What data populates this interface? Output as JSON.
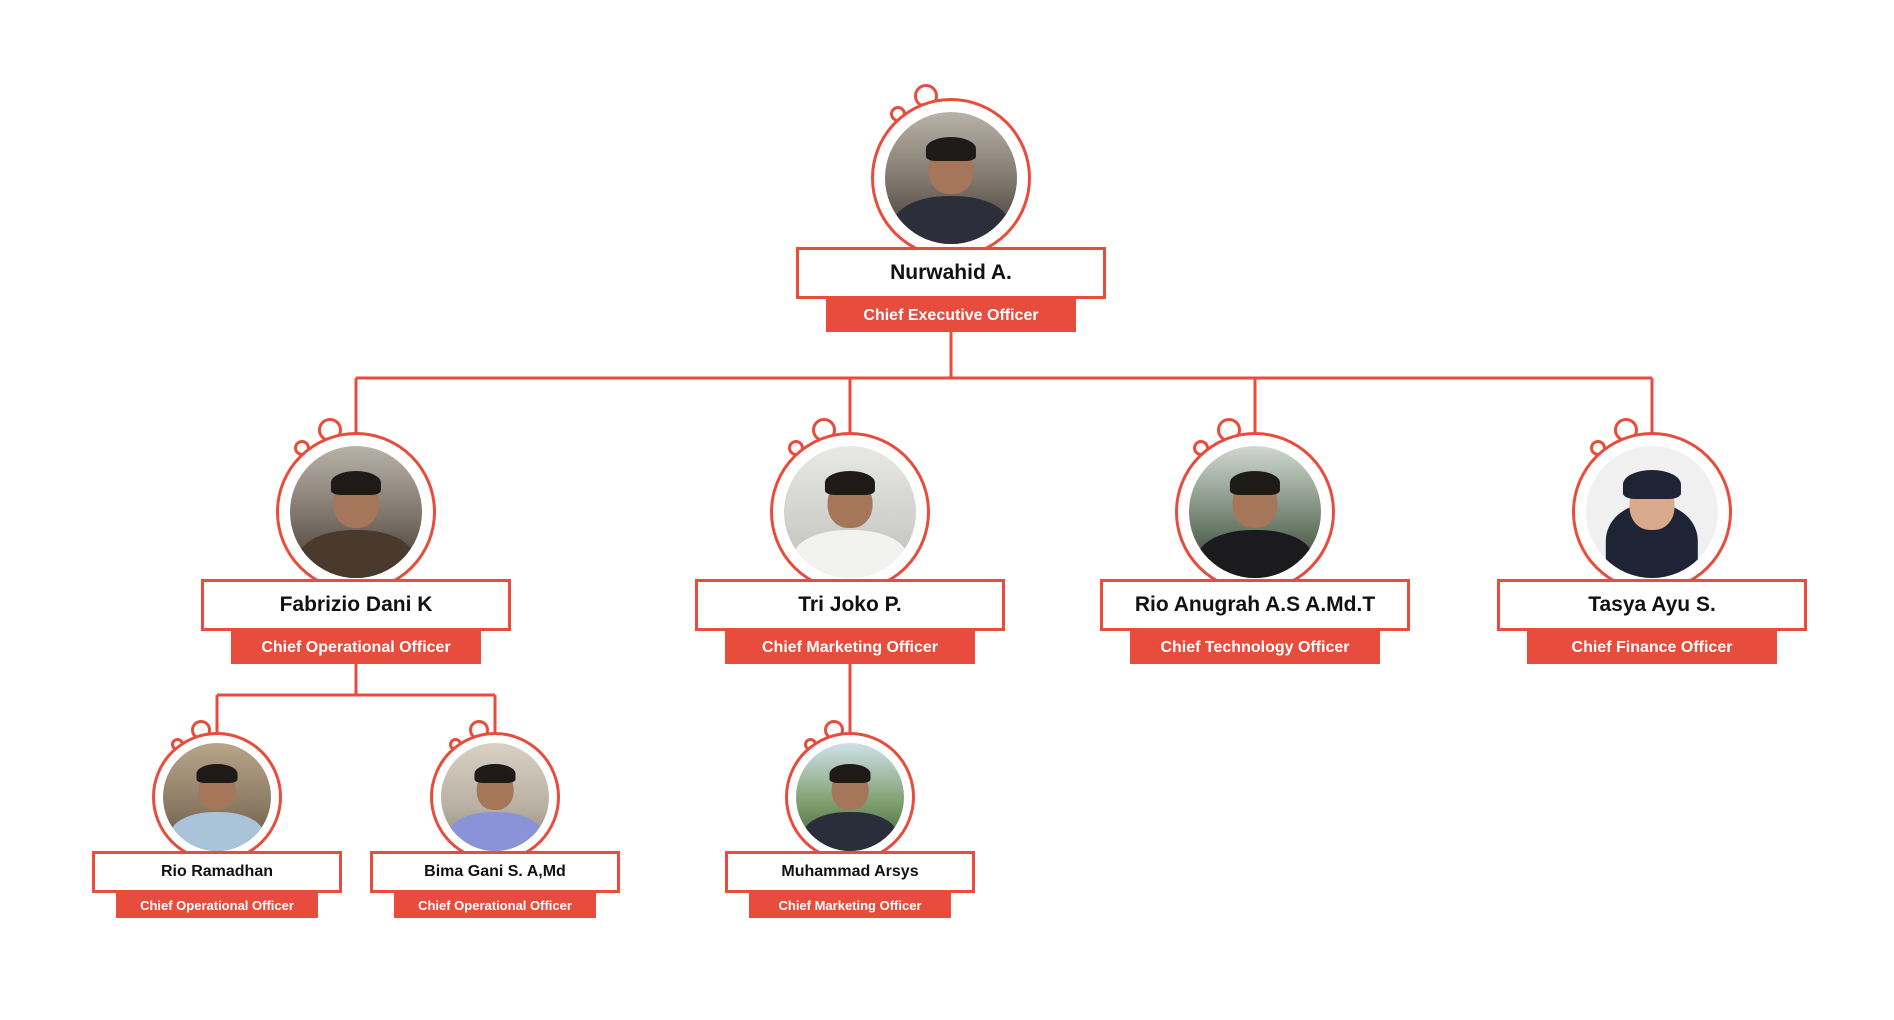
{
  "colors": {
    "accent": "#e74c3c",
    "background": "#ffffff",
    "name_text": "#111111",
    "role_text": "#ffffff"
  },
  "org": {
    "ceo": {
      "name": "Nurwahid A.",
      "role": "Chief Executive Officer",
      "photo_icon": "profile-photo"
    },
    "level1": [
      {
        "name": "Fabrizio Dani K",
        "role": "Chief Operational Officer",
        "photo_icon": "profile-photo"
      },
      {
        "name": "Tri Joko P.",
        "role": "Chief Marketing Officer",
        "photo_icon": "profile-photo"
      },
      {
        "name": "Rio Anugrah A.S A.Md.T",
        "role": "Chief Technology Officer",
        "photo_icon": "profile-photo"
      },
      {
        "name": "Tasya Ayu S.",
        "role": "Chief Finance Officer",
        "photo_icon": "profile-photo"
      }
    ],
    "level2": [
      {
        "name": "Rio Ramadhan",
        "role": "Chief Operational Officer",
        "parent": "Fabrizio Dani K",
        "photo_icon": "profile-photo"
      },
      {
        "name": "Bima Gani S. A,Md",
        "role": "Chief Operational Officer",
        "parent": "Fabrizio Dani K",
        "photo_icon": "profile-photo"
      },
      {
        "name": "Muhammad Arsys",
        "role": "Chief Marketing Officer",
        "parent": "Tri Joko P.",
        "photo_icon": "profile-photo"
      }
    ]
  }
}
